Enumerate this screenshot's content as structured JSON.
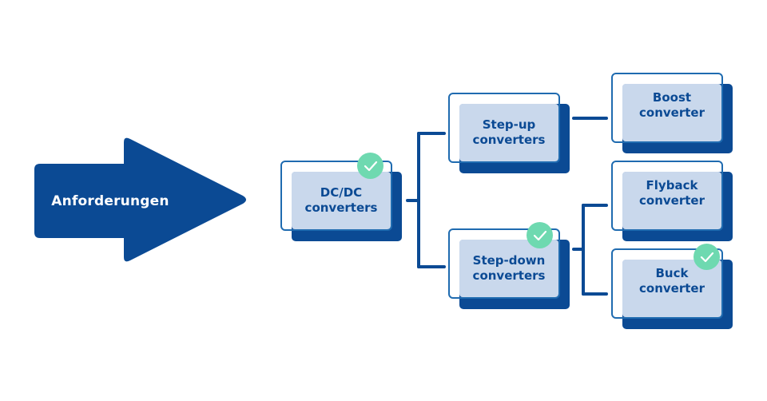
{
  "colors": {
    "primary_dark": "#0b4a94",
    "box_light": "#c9d8ec",
    "outline": "#1f6bb0",
    "check": "#6ed9b0",
    "background": "#ffffff"
  },
  "arrow": {
    "label": "Anforderungen"
  },
  "nodes": {
    "dcdc": {
      "line1": "DC/DC",
      "line2": "converters",
      "checked": true
    },
    "stepup": {
      "line1": "Step-up",
      "line2": "converters",
      "checked": false
    },
    "stepdown": {
      "line1": "Step-down",
      "line2": "converters",
      "checked": true
    },
    "boost": {
      "line1": "Boost",
      "line2": "converter",
      "checked": false
    },
    "flyback": {
      "line1": "Flyback",
      "line2": "converter",
      "checked": false
    },
    "buck": {
      "line1": "Buck",
      "line2": "converter",
      "checked": true
    }
  },
  "icons": {
    "check": "checkmark-icon"
  }
}
